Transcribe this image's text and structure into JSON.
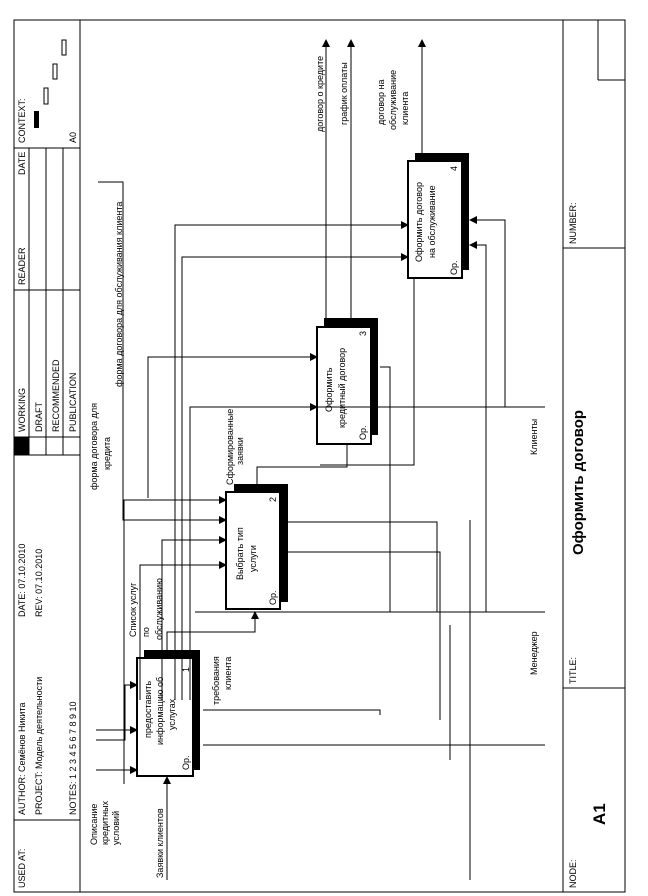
{
  "header": {
    "used_at_label": "USED AT:",
    "author": "AUTHOR: Семёнов Никита",
    "project": "PROJECT: Модель деятельности",
    "notes": "NOTES: 1 2 3 4 5 6 7 8 9 10",
    "date": "DATE: 07.10.2010",
    "rev": "REV:   07.10.2010",
    "status": [
      "WORKING",
      "DRAFT",
      "RECOMMENDED",
      "PUBLICATION"
    ],
    "reader_label": "READER",
    "date_label": "DATE",
    "context_label": "CONTEXT:",
    "context_node": "A0"
  },
  "footer": {
    "node_label": "NODE:",
    "node_value": "A1",
    "title_label": "TITLE:",
    "title_value": "Оформить договор",
    "number_label": "NUMBER:"
  },
  "activities": [
    {
      "id": "1",
      "label_lines": [
        "предоставить",
        "информацию об",
        "услугах"
      ],
      "op": "Ор."
    },
    {
      "id": "2",
      "label_lines": [
        "Выбрать тип",
        "услуги"
      ],
      "op": "Ор."
    },
    {
      "id": "3",
      "label_lines": [
        "Оформить",
        "кредитный договор"
      ],
      "op": "Ор."
    },
    {
      "id": "4",
      "label_lines": [
        "Оформить договор",
        "на обслуживание"
      ],
      "op": "Ор."
    }
  ],
  "arrows": {
    "opisanie": [
      "Описание",
      "кредитных",
      "условий"
    ],
    "zayavki": "Заявки клиентов",
    "spisok": [
      "Список услуг",
      "по",
      "обслуживанию"
    ],
    "trebovaniya": [
      "требования",
      "клиента"
    ],
    "forma_kredit": [
      "форма договора для",
      "кредита"
    ],
    "forma_obsl": "форма договора для обслуживания клиента",
    "sformirovannye": [
      "Сформированные",
      "заявки"
    ],
    "dogovor_kredit": "договор о кредите",
    "grafik": "график оплаты",
    "dogovor_obsl": [
      "договор на",
      "обслуживание",
      "клиента"
    ],
    "klienty": "Клиенты",
    "menedzher": "Менеджер"
  }
}
